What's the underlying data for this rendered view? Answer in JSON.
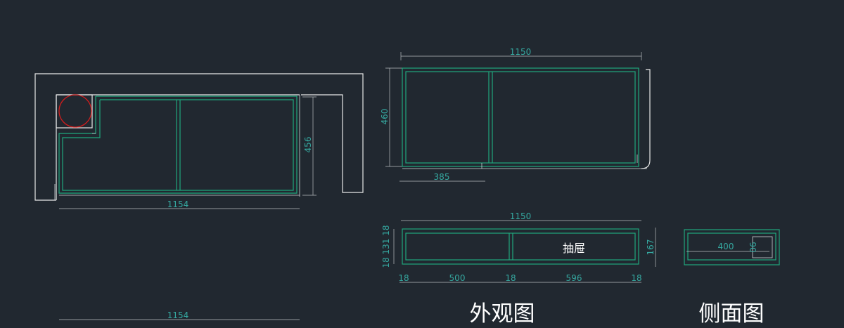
{
  "plan": {
    "width_dim_top": "1154",
    "height_dim": "456",
    "width_dim_bottom": "1154"
  },
  "front_view": {
    "width_dim": "1150",
    "height_dim": "460",
    "offset_dim": "385"
  },
  "drawer_front": {
    "width_dim": "1150",
    "height_dim": "167",
    "left_stack_dim": "18 131 18",
    "bottom_dims": [
      "18",
      "500",
      "18",
      "596",
      "18"
    ],
    "drawer_label": "抽屉"
  },
  "side_detail": {
    "depth_dim": "400",
    "height_dim": "90"
  },
  "captions": {
    "exterior": "外观图",
    "side": "侧面图"
  },
  "colors": {
    "background": "#212830",
    "frame": "#1fa77d",
    "outline": "#e8e8e8",
    "dimension_text": "#35a8a0",
    "marker": "#d21d1d"
  }
}
